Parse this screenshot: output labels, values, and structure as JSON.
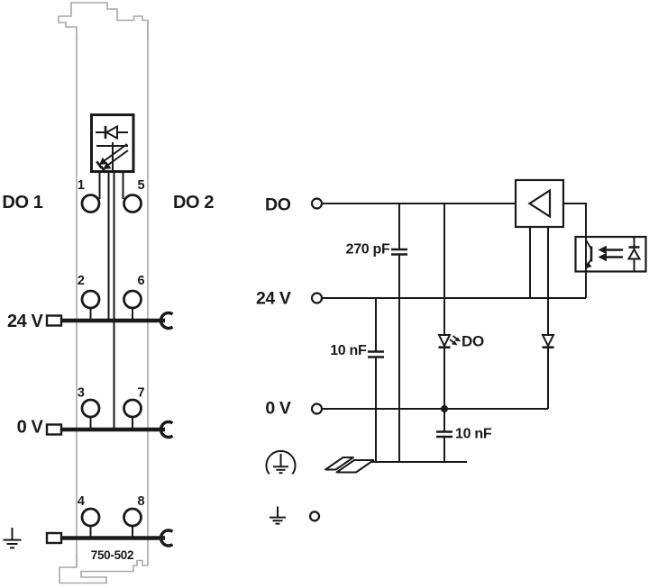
{
  "colors": {
    "line": "#1a1a1a",
    "module_outline": "#a9a9a9",
    "background": "#ffffff"
  },
  "module": {
    "labels": {
      "channel_left": "DO 1",
      "channel_right": "DO 2",
      "rail_24v": "24 V",
      "rail_0v": "0 V",
      "model": "750-502"
    },
    "terminals": [
      "1",
      "2",
      "3",
      "4",
      "5",
      "6",
      "7",
      "8"
    ]
  },
  "schematic": {
    "labels": {
      "signal_do": "DO",
      "rail_24v": "24 V",
      "rail_0v": "0 V",
      "led_do": "DO"
    },
    "capacitors": {
      "input_filter": "270 pF",
      "supply_filter": "10 nF",
      "output_filter": "10 nF"
    }
  },
  "symbols": {
    "module_status_leds": "led-indicator-box",
    "amplifier": "buffer-triangle-box",
    "optocoupler": "opto-isolator-box",
    "earth_module": "earth-ground",
    "functional_earth": "functional-earth-arc",
    "din_rail": "din-rail-3d",
    "earth_terminal": "earth-ground-with-terminal"
  }
}
